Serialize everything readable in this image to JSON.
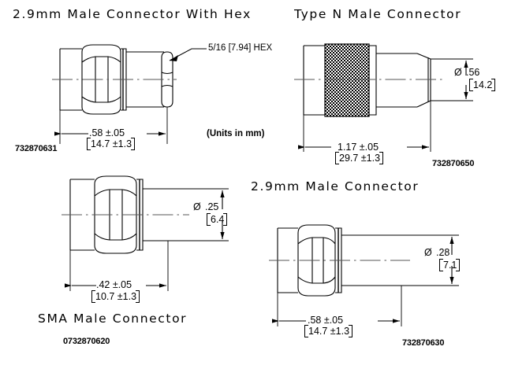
{
  "sheet": {
    "units_note": "(Units in mm)"
  },
  "figures": [
    {
      "id": "fig-29mm-hex",
      "title": "2.9mm  Male  Connector  With  Hex",
      "part_number": "732870631",
      "leader_note": "5/16 [7.94] HEX",
      "length_dim": {
        "inch": ".58 ±.05",
        "mm": "14.7 ±1.3"
      },
      "diameter_dim": null
    },
    {
      "id": "fig-type-n",
      "title": "Type  N  Male  Connector",
      "part_number": "732870650",
      "leader_note": null,
      "length_dim": {
        "inch": "1.17 ±.05",
        "mm": "29.7 ±1.3"
      },
      "diameter_dim": {
        "symbol": "Ø",
        "inch": ".56",
        "mm": "14.2"
      }
    },
    {
      "id": "fig-sma",
      "title": "SMA  Male  Connector",
      "part_number": "0732870620",
      "leader_note": null,
      "length_dim": {
        "inch": ".42 ±.05",
        "mm": "10.7 ±1.3"
      },
      "diameter_dim": {
        "symbol": "Ø",
        "inch": ".25",
        "mm": "6.4"
      }
    },
    {
      "id": "fig-29mm",
      "title": "2.9mm  Male  Connector",
      "part_number": "732870630",
      "leader_note": null,
      "length_dim": {
        "inch": ".58 ±.05",
        "mm": "14.7 ±1.3"
      },
      "diameter_dim": {
        "symbol": "Ø",
        "inch": ".28",
        "mm": "7.1"
      }
    }
  ],
  "colors": {
    "line": "#000000",
    "background": "#ffffff"
  }
}
